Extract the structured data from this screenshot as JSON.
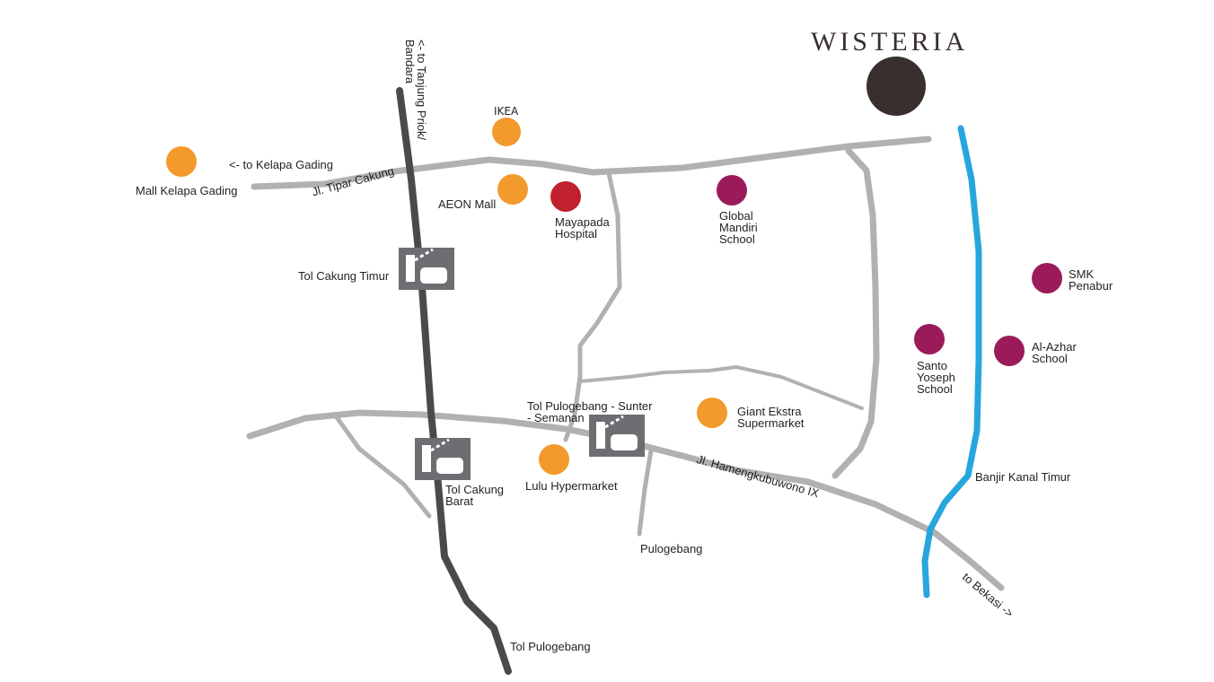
{
  "brand": {
    "name": "WISTERIA",
    "color": "#3a2f2f"
  },
  "colors": {
    "minor_road": "#b1b1b3",
    "toll_road": "#4a4a4c",
    "canal": "#27a6dd",
    "shopping": "#f39a2c",
    "hospital": "#c1202e",
    "school": "#9b1b5a",
    "toll_gate_bg": "#6d6e71"
  },
  "roads": {
    "tipar_cakung": "Jl. Tipar Cakung",
    "hamengkubuwono": "Jl. Hamengkubuwono IX",
    "canal": "Banjir Kanal Timur",
    "to_kelapa_gading": "<- to Kelapa Gading",
    "to_tanjung_priok": "<- to Tanjung Priok/\nBandara",
    "to_bekasi": "to Bekasi ->",
    "pulogebang": "Pulogebang",
    "tol_pulogebang": "Tol Pulogebang"
  },
  "toll_gates": {
    "cakung_timur": "Tol Cakung Timur",
    "cakung_barat": "Tol Cakung\nBarat",
    "pulogebang_sunter": "Tol Pulogebang - Sunter\n- Semanan"
  },
  "places": {
    "ikea": "IKEA",
    "mall_kelapa_gading": "Mall Kelapa Gading",
    "aeon_mall": "AEON Mall",
    "mayapada_hospital": "Mayapada\nHospital",
    "global_mandiri_school": "Global\nMandiri\nSchool",
    "smk_penabur": "SMK\nPenabur",
    "santo_yoseph_school": "Santo\nYoseph\nSchool",
    "al_azhar_school": "Al-Azhar\nSchool",
    "giant_ekstra": "Giant Ekstra\nSupermarket",
    "lulu_hypermarket": "Lulu Hypermarket"
  }
}
